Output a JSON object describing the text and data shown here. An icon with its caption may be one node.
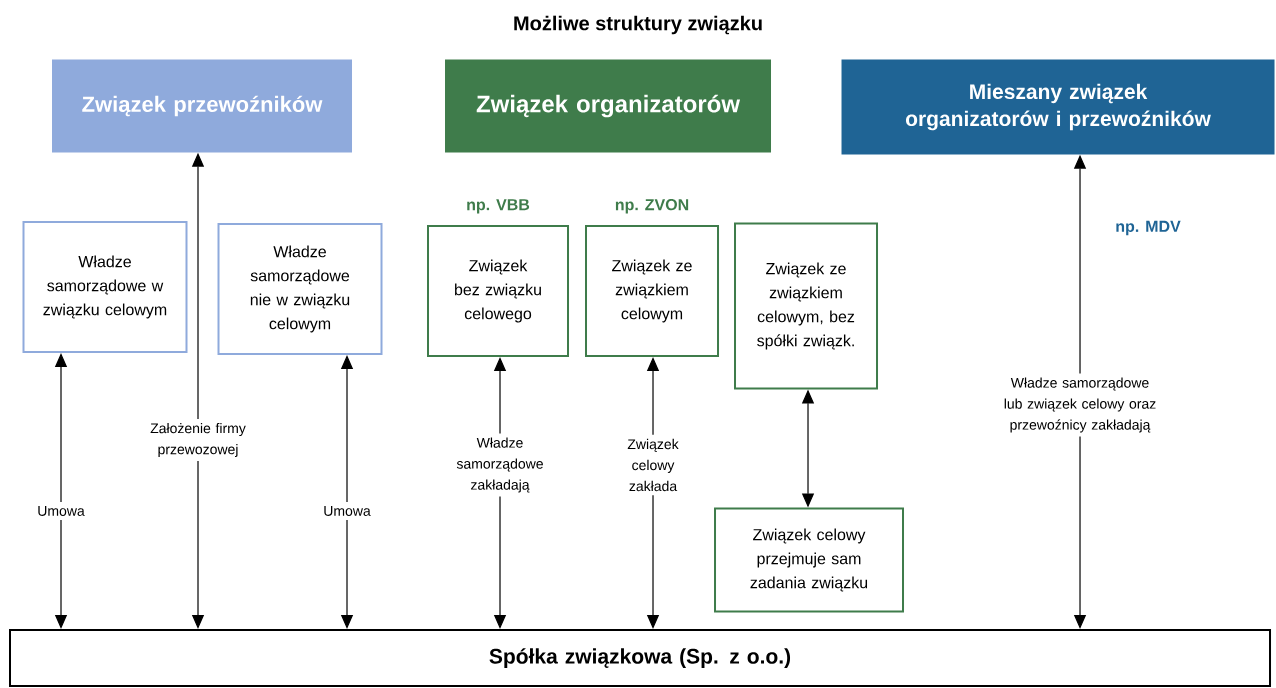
{
  "diagram": {
    "title": "Możliwe struktury związku",
    "nodes": [
      {
        "text": [
          "Związek przewoźników"
        ]
      },
      {
        "text": [
          "Związek organizatorów"
        ]
      },
      {
        "text": [
          "Mieszany związek organizatorów i przewoźników"
        ]
      },
      {
        "text": [
          "Władze samorządowe w związku celowym"
        ]
      },
      {
        "text": [
          "Władze samorządowe nie w związku celowym"
        ]
      },
      {
        "text": [
          "Związek bez związku celowego"
        ],
        "beside": [
          "np. VBB"
        ]
      },
      {
        "text": [
          "Związek ze związkiem celowym"
        ],
        "beside": [
          "np. ZVON"
        ]
      },
      {
        "text": [
          "Związek ze związkiem celowym, bez spółki związk."
        ]
      },
      {
        "text": [
          "Związek celowy przejmuje sam zadania związku"
        ]
      },
      {
        "text": [
          "Spółka związkowa (Sp. z o.o.)"
        ]
      }
    ],
    "edges": [
      {
        "from": 9,
        "to": 3,
        "arrow": "both",
        "label": "Umowa"
      },
      {
        "from": 9,
        "to": 0,
        "arrow": "both",
        "label": "Założenie firmy przewozowej"
      },
      {
        "from": 9,
        "to": 4,
        "arrow": "both",
        "label": "Umowa"
      },
      {
        "from": 9,
        "to": 5,
        "arrow": "both",
        "label": "Władze samorządowe zakładają"
      },
      {
        "from": 9,
        "to": 6,
        "arrow": "both",
        "label": "Związek celowy zakłada"
      },
      {
        "from": 7,
        "to": 8,
        "arrow": "both"
      },
      {
        "from": 9,
        "to": 2,
        "arrow": "both",
        "label": "Władze samorządowe lub związek celowy oraz przewoźnicy zakładają"
      }
    ],
    "labels": [
      "np. MDV"
    ]
  }
}
